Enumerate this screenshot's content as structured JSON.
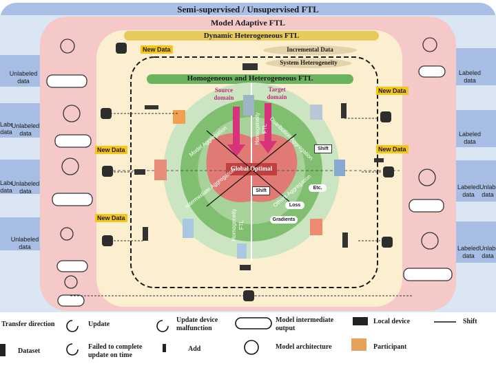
{
  "layers": {
    "semi_unsupervised": "Semi-supervised / Unsupervised FTL",
    "model_adaptive": "Model Adaptive FTL",
    "dynamic_heterogeneous": "Dynamic Heterogeneous FTL",
    "incremental_data": "Incremental Data",
    "system_heterogeneity": "System Heterogeneity",
    "homo_hetero": "Homogeneous and Heterogeneous  FTL"
  },
  "center": {
    "global_optimal": "Global Optimal",
    "source_domain": "Source domain",
    "target_domain": "Target domain",
    "homogeneity_ftl_top": "Homogeneity FTL",
    "homogeneity_ftl_bottom": "Homogeneity FTL",
    "model_aggregation": "Model Aggregation",
    "distribution_aggregation": "Distribution Aggregation",
    "intermediate_aggregation": "Intermediate Aggregation",
    "others_aggregation": "Others Aggregation",
    "shift_1": "Shift",
    "shift_2": "Shift",
    "etc": "Etc.",
    "loss": "Loss",
    "gradients": "Gradients"
  },
  "side_labels": {
    "left_1": "Unlabeled data",
    "left_2a": "Labeled data",
    "left_2b": "Unlabeled data",
    "left_3a": "Labeled data",
    "left_3b": "Unlabeled data",
    "left_4": "Unlabeled data",
    "right_1": "Labeled data",
    "right_2": "Labeled data",
    "right_3a": "Labeled data",
    "right_3b": "Unlabeled data",
    "right_4a": "Labeled data",
    "right_4b": "Unlabeled data"
  },
  "new_data": {
    "nd1": "New Data",
    "nd2": "New Data",
    "nd3": "New Data",
    "nd4": "New Data",
    "nd5": "New Data"
  },
  "legend": {
    "transfer_direction": "Transfer direction",
    "update": "Update",
    "update_device_malfunction": "Update device malfunction",
    "model_intermediate_output": "Model intermediate output",
    "local_device": "Local device",
    "shift": "Shift",
    "dataset": "Dataset",
    "failed_update": "Failed to complete update on time",
    "add": "Add",
    "model_architecture": "Model architecture",
    "participant": "Participant"
  },
  "colors": {
    "outer_blue": "#9db4e0",
    "pink": "#f5c6c6",
    "cream": "#fbeccb",
    "green_light": "#b8dcb0",
    "green_mid": "#7cbf6c",
    "red_core": "#e56565",
    "magenta_arrow": "#d6337a",
    "new_data_yellow": "#f5c518"
  }
}
